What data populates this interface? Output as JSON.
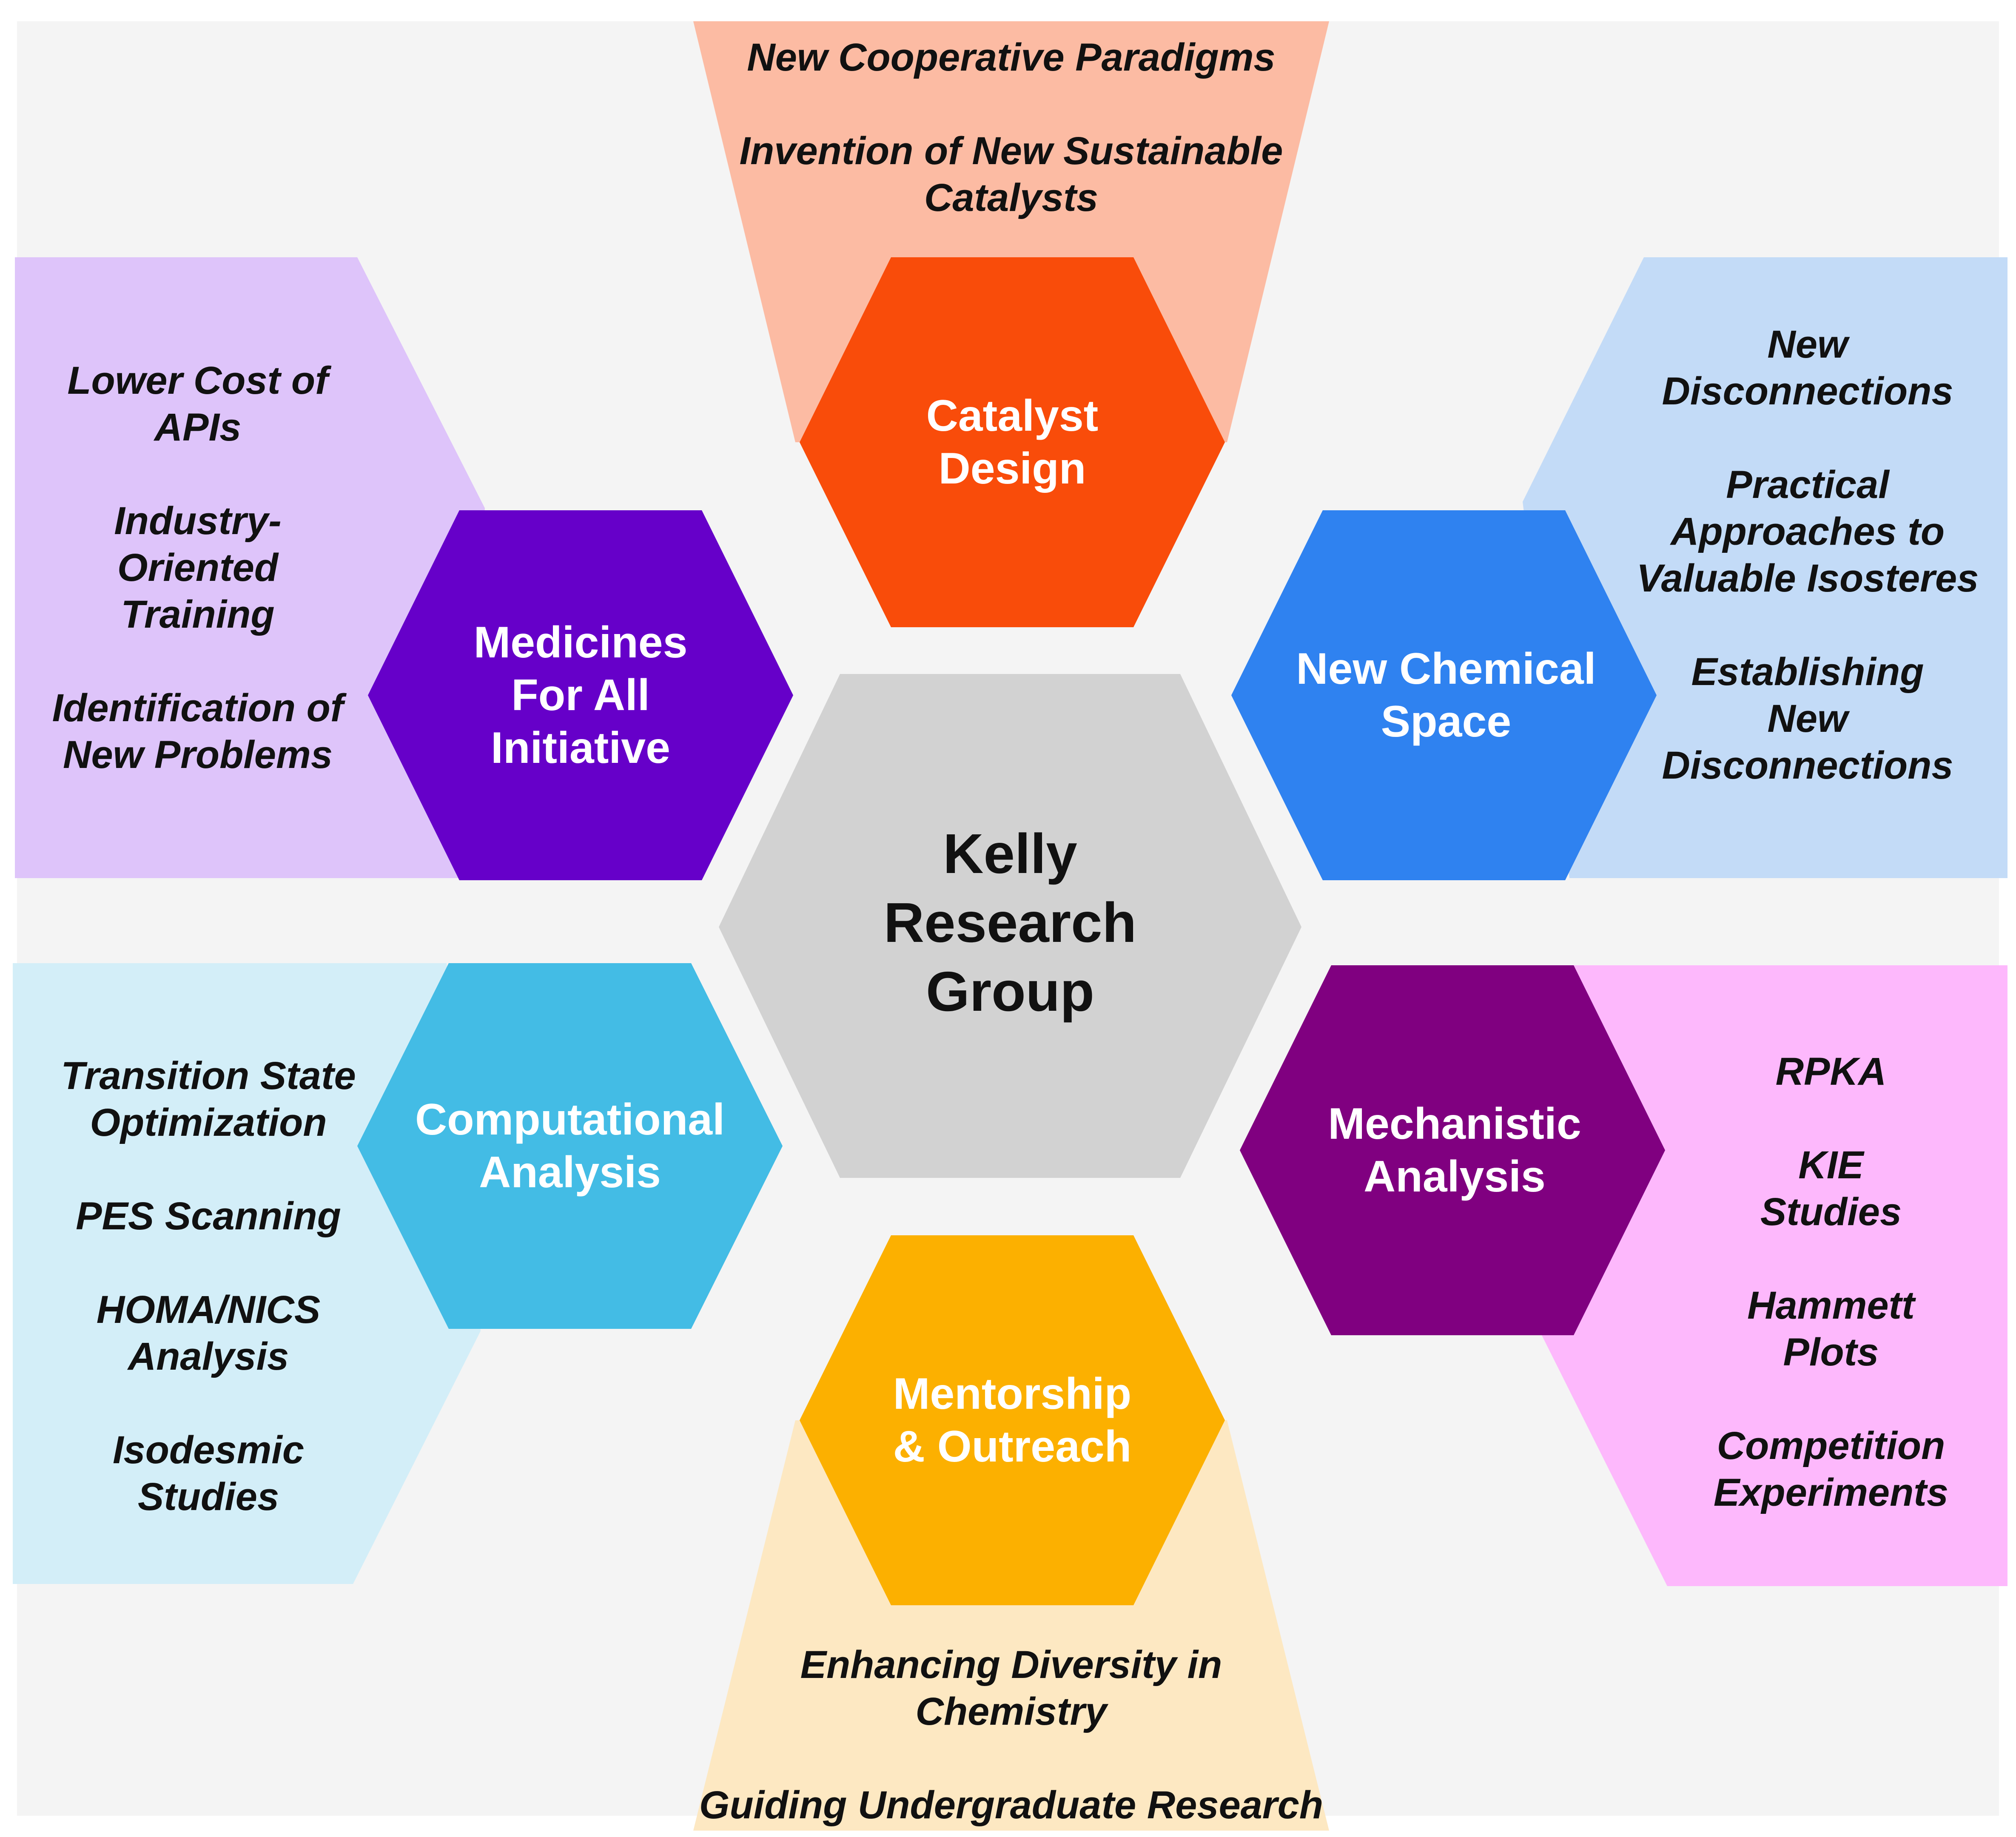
{
  "center": {
    "title": "Kelly\nResearch\nGroup",
    "color": "#d2d2d2"
  },
  "topics": [
    {
      "id": "catalyst",
      "title": "Catalyst\nDesign",
      "hex_color": "#f94c0a",
      "panel_color": "#fcbba3",
      "items": [
        "New Cooperative Paradigms",
        "Invention of New Sustainable\nCatalysts"
      ]
    },
    {
      "id": "chemical-space",
      "title": "New Chemical\nSpace",
      "hex_color": "#2f82f0",
      "panel_color": "#c3dbf7",
      "items": [
        "New\nDisconnections",
        "Practical\nApproaches to\nValuable Isosteres",
        "Establishing\nNew\nDisconnections"
      ]
    },
    {
      "id": "mechanistic",
      "title": "Mechanistic\nAnalysis",
      "hex_color": "#800080",
      "panel_color": "#fdb8fc",
      "items": [
        "RPKA",
        "KIE\nStudies",
        "Hammett\nPlots",
        "Competition\nExperiments"
      ]
    },
    {
      "id": "mentorship",
      "title": "Mentorship\n& Outreach",
      "hex_color": "#fcb000",
      "panel_color": "#fde8c2",
      "items": [
        "Enhancing Diversity in\nChemistry",
        "Guiding Undergraduate Research"
      ]
    },
    {
      "id": "computational",
      "title": "Computational\nAnalysis",
      "hex_color": "#43bce5",
      "panel_color": "#d3eef8",
      "items": [
        "Transition State\nOptimization",
        "PES Scanning",
        "HOMA/NICS\nAnalysis",
        "Isodesmic\nStudies"
      ]
    },
    {
      "id": "medicines",
      "title": "Medicines\nFor All\nInitiative",
      "hex_color": "#6600c9",
      "panel_color": "#dec4fa",
      "items": [
        "Lower Cost of\nAPIs",
        "Industry-\nOriented\nTraining",
        "Identification of\nNew Problems"
      ]
    }
  ],
  "background_color": "#f4f4f4"
}
